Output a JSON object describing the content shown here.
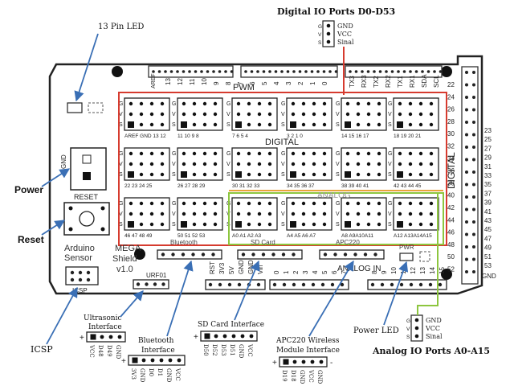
{
  "callouts": {
    "led13": "13 Pin LED",
    "power": "Power",
    "reset": "Reset",
    "icsp": "ICSP",
    "digital_ports": "Digital IO Ports D0-D53",
    "analog_ports": "Analog IO Ports A0-A15",
    "power_led": "Power LED",
    "ultrasonic": "Ultrasonic Interface",
    "bluetooth": "Bluetooth Interface",
    "sdcard": "SD Card Interface",
    "apc220": "APC220 Wireless Module Interface"
  },
  "legend_pins": [
    "GND",
    "VCC",
    "Sinal"
  ],
  "legend_letters": [
    "G",
    "V",
    "S"
  ],
  "board": {
    "pwm": "PWM",
    "digital": "DIGITAL",
    "digital_vertical": "DIGITAL",
    "analog": "ANALOG",
    "analog_in": "ANALOG IN",
    "title_lines": [
      "Arduino",
      "Sensor",
      "MEGA",
      "Shield",
      "v1.0"
    ],
    "reset": "RESET",
    "icsp": "ICSP",
    "urf01": "URF01",
    "bluetooth": "Bluetooth",
    "sd_card": "SD Card",
    "apc220": "APC220",
    "pwr": "PWR",
    "gnd_side": "GND",
    "aref": "AREF",
    "gnd_right": "GND",
    "power_labels": [
      "RST",
      "3V3",
      "5V",
      "GND",
      "GND",
      "Vin"
    ],
    "analog_in_numbers": [
      "0",
      "1",
      "2",
      "3",
      "4",
      "5",
      "6",
      "7",
      "8",
      "9",
      "10",
      "11",
      "12",
      "13",
      "14",
      "15"
    ],
    "top_header_numbers": [
      "13",
      "12",
      "11",
      "10",
      "9",
      "8",
      "7",
      "6",
      "5",
      "4",
      "3",
      "2",
      "1",
      "0"
    ],
    "top_right_header": [
      "TX3",
      "RX3",
      "TX2",
      "RX2",
      "TX1",
      "RX1",
      "SDA",
      "SCL"
    ],
    "side_pin_left": [
      "22",
      "24",
      "26",
      "28",
      "30",
      "32",
      "34",
      "36",
      "38",
      "40",
      "42",
      "44",
      "46",
      "48",
      "50",
      "52"
    ],
    "side_pin_right": [
      "23",
      "25",
      "27",
      "29",
      "31",
      "33",
      "35",
      "37",
      "39",
      "41",
      "43",
      "45",
      "47",
      "49",
      "51",
      "53"
    ],
    "block_rows": [
      [
        "AREF GND 13 12",
        "11 10 9 8",
        "7 6 5 4",
        "3 2 1 0",
        "14 15 16 17",
        "18 19 20 21"
      ],
      [
        "22 23 24 25",
        "26 27 28 29",
        "30 31 32 33",
        "34 35 36 37",
        "38 39 40 41",
        "42 43 44 45"
      ],
      [
        "46 47 48 49",
        "50 51 52 53",
        "A0 A1 A2 A3",
        "A4 A5 A6 A7",
        "A8 A9A10A11",
        "A12 A13A14A15"
      ]
    ]
  },
  "interfaces": {
    "ultrasonic_pins": [
      "VCC",
      "D48",
      "D49",
      "GND"
    ],
    "bluetooth_pins": [
      "3V3",
      "GND",
      "D0",
      "D1",
      "GND",
      "VCC"
    ],
    "sdcard_pins": [
      "D50",
      "D52",
      "D53",
      "D51",
      "GND",
      "VCC"
    ],
    "apc220_pins": [
      "D19",
      "D18",
      "GND",
      "VCC",
      "GND"
    ]
  },
  "colors": {
    "digital_border": "#d63b2f",
    "analog_border": "#8dc63f",
    "analog_orange": "#e8a33a",
    "arrow": "#3a6fb5"
  }
}
